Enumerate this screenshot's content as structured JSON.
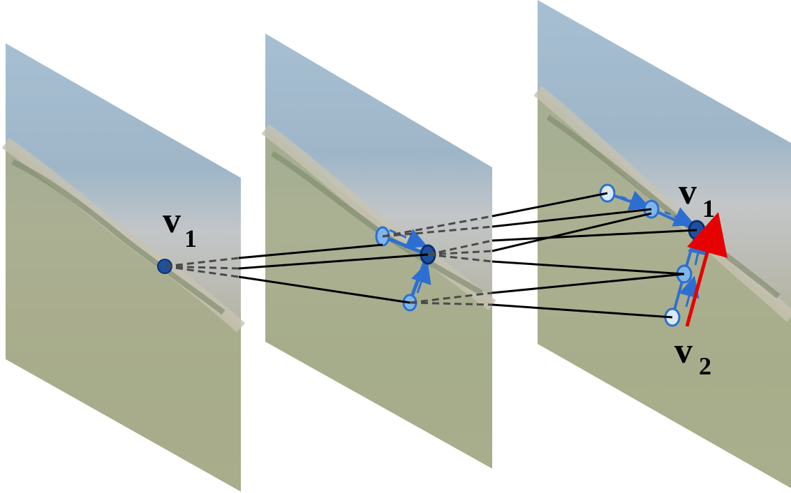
{
  "labels": {
    "panel1_node": {
      "main": "v",
      "sub": "1"
    },
    "panel3_top_node": {
      "main": "v",
      "sub": "1"
    },
    "panel3_bottom_node": {
      "main": "v",
      "sub": "2"
    }
  },
  "colors": {
    "sky": "#9fb7c9",
    "sea": "#9db2c0",
    "land": "#a6ad8a",
    "shore": "#b8b9a2",
    "node_dark": "#1f4f9e",
    "node_light": "#7fb6ea",
    "node_pale": "#dbe9f7",
    "edge_blue": "#2d6fd0",
    "connector": "#000000",
    "dashed": "#4a4a4a",
    "direction_arrow": "#e60000"
  }
}
